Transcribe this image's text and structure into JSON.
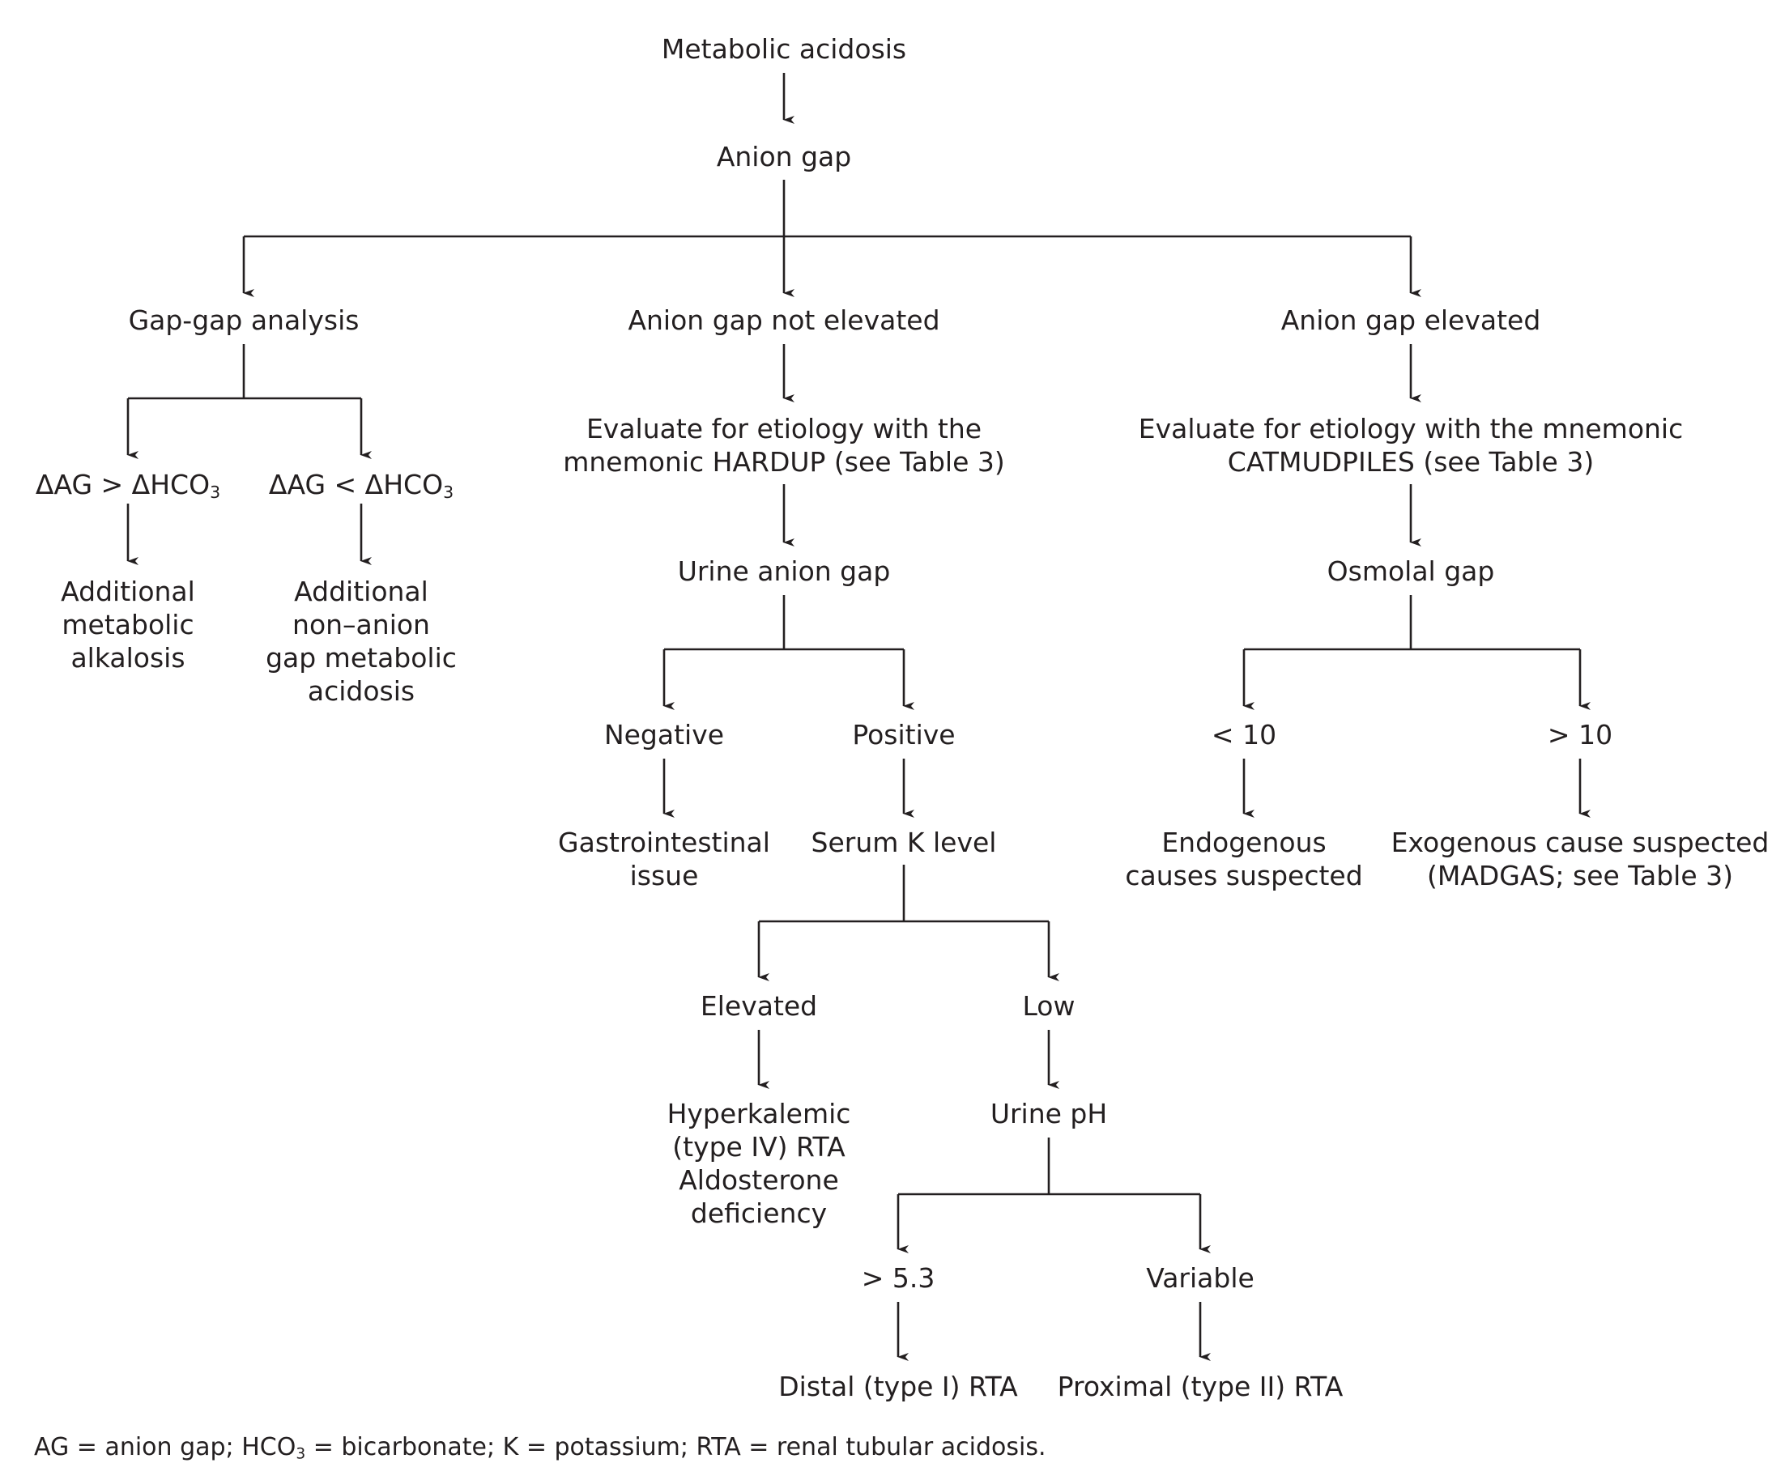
{
  "nodes": {
    "metabolic_acidosis": {
      "lines": [
        "Metabolic acidosis"
      ]
    },
    "anion_gap": {
      "lines": [
        "Anion gap"
      ]
    },
    "gap_gap_analysis": {
      "lines": [
        "Gap-gap analysis"
      ]
    },
    "anion_gap_not_elevated": {
      "lines": [
        "Anion gap not elevated"
      ]
    },
    "anion_gap_elevated": {
      "lines": [
        "Anion gap elevated"
      ]
    },
    "dag_gt_dhco3": {
      "prefix": "ΔAG > ΔHCO",
      "sub": "3"
    },
    "dag_lt_dhco3": {
      "prefix": "ΔAG < ΔHCO",
      "sub": "3"
    },
    "additional_metabolic_alkalosis": {
      "lines": [
        "Additional",
        "metabolic",
        "alkalosis"
      ]
    },
    "additional_non_anion_gap": {
      "lines": [
        "Additional",
        "non–anion",
        "gap metabolic",
        "acidosis"
      ]
    },
    "evaluate_hardup": {
      "lines": [
        "Evaluate for etiology with the",
        "mnemonic HARDUP (see Table 3)"
      ]
    },
    "evaluate_catmudpiles": {
      "lines": [
        "Evaluate for etiology with the mnemonic",
        "CATMUDPILES (see Table 3)"
      ]
    },
    "urine_anion_gap": {
      "lines": [
        "Urine anion gap"
      ]
    },
    "osmolal_gap": {
      "lines": [
        "Osmolal gap"
      ]
    },
    "negative": {
      "lines": [
        "Negative"
      ]
    },
    "positive": {
      "lines": [
        "Positive"
      ]
    },
    "lt_10": {
      "lines": [
        "< 10"
      ]
    },
    "gt_10": {
      "lines": [
        "> 10"
      ]
    },
    "gastrointestinal_issue": {
      "lines": [
        "Gastrointestinal",
        "issue"
      ]
    },
    "serum_k_level": {
      "lines": [
        "Serum K level"
      ]
    },
    "endogenous_causes": {
      "lines": [
        "Endogenous",
        "causes suspected"
      ]
    },
    "exogenous_cause": {
      "lines": [
        "Exogenous cause suspected",
        "(MADGAS; see Table 3)"
      ]
    },
    "elevated": {
      "lines": [
        "Elevated"
      ]
    },
    "low": {
      "lines": [
        "Low"
      ]
    },
    "hyperkalemic_rta": {
      "lines": [
        "Hyperkalemic",
        "(type IV) RTA",
        "Aldosterone",
        "deficiency"
      ]
    },
    "urine_ph": {
      "lines": [
        "Urine pH"
      ]
    },
    "gt_5_3": {
      "lines": [
        "> 5.3"
      ]
    },
    "variable": {
      "lines": [
        "Variable"
      ]
    },
    "distal_rta": {
      "lines": [
        "Distal (type I) RTA"
      ]
    },
    "proximal_rta": {
      "lines": [
        "Proximal (type II) RTA"
      ]
    }
  },
  "footnote": {
    "prefix": "AG = anion gap; HCO",
    "sub": "3",
    "suffix": " = bicarbonate; K = potassium; RTA = renal tubular acidosis."
  }
}
